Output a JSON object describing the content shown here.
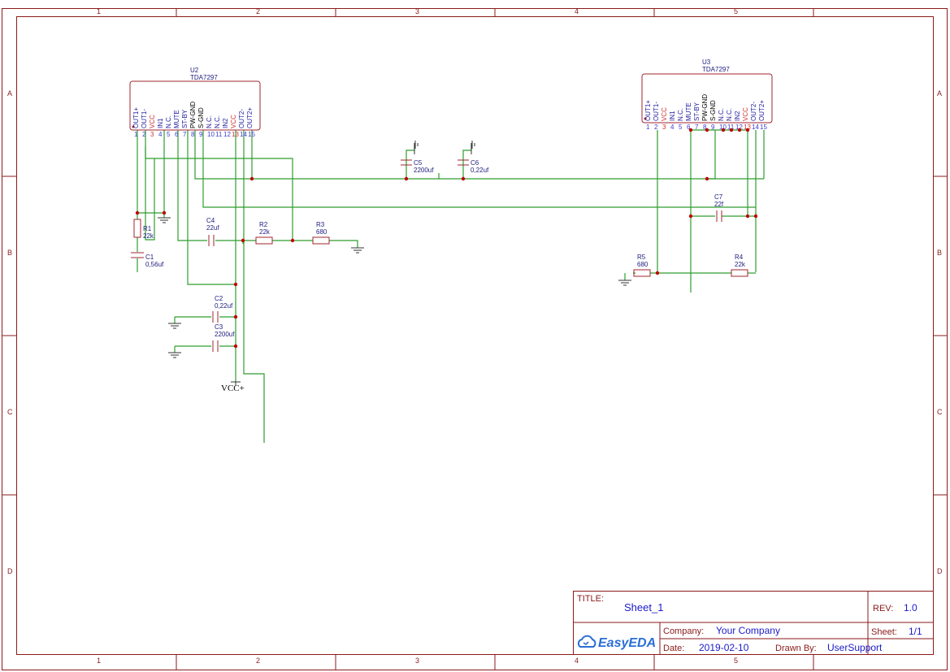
{
  "zones": {
    "columns": [
      "1",
      "2",
      "3",
      "4",
      "5"
    ],
    "rows": [
      "A",
      "B",
      "C",
      "D"
    ]
  },
  "u2": {
    "ref": "U2",
    "value": "TDA7297"
  },
  "u3": {
    "ref": "U3",
    "value": "TDA7297"
  },
  "u2_pins": [
    {
      "num": "1",
      "name": "OUT1+",
      "type": "io"
    },
    {
      "num": "2",
      "name": "OUT1-",
      "type": "io"
    },
    {
      "num": "3",
      "name": "VCC",
      "type": "pwr"
    },
    {
      "num": "4",
      "name": "IN1",
      "type": "io"
    },
    {
      "num": "5",
      "name": "N.C.",
      "type": "io"
    },
    {
      "num": "6",
      "name": "MUTE",
      "type": "io"
    },
    {
      "num": "7",
      "name": "ST-BY",
      "type": "io"
    },
    {
      "num": "8",
      "name": "PW-GND",
      "type": "gnd"
    },
    {
      "num": "9",
      "name": "S-GND",
      "type": "gnd"
    },
    {
      "num": "10",
      "name": "N.C.",
      "type": "io"
    },
    {
      "num": "11",
      "name": "N.C.",
      "type": "io"
    },
    {
      "num": "12",
      "name": "IN2",
      "type": "io"
    },
    {
      "num": "13",
      "name": "VCC",
      "type": "pwr"
    },
    {
      "num": "14",
      "name": "OUT2-",
      "type": "io"
    },
    {
      "num": "15",
      "name": "OUT2+",
      "type": "io"
    }
  ],
  "u3_pins": [
    {
      "num": "1",
      "name": "OUT1+",
      "type": "io"
    },
    {
      "num": "2",
      "name": "OUT1-",
      "type": "io"
    },
    {
      "num": "3",
      "name": "VCC",
      "type": "pwr"
    },
    {
      "num": "4",
      "name": "IN1",
      "type": "io"
    },
    {
      "num": "5",
      "name": "N.C.",
      "type": "io"
    },
    {
      "num": "6",
      "name": "MUTE",
      "type": "io"
    },
    {
      "num": "7",
      "name": "ST-BY",
      "type": "io"
    },
    {
      "num": "8",
      "name": "PW-GND",
      "type": "gnd"
    },
    {
      "num": "9",
      "name": "S-GND",
      "type": "gnd"
    },
    {
      "num": "10",
      "name": "N.C.",
      "type": "io"
    },
    {
      "num": "11",
      "name": "N.C.",
      "type": "io"
    },
    {
      "num": "12",
      "name": "IN2",
      "type": "io"
    },
    {
      "num": "13",
      "name": "VCC",
      "type": "pwr"
    },
    {
      "num": "14",
      "name": "OUT2-",
      "type": "io"
    },
    {
      "num": "15",
      "name": "OUT2+",
      "type": "io"
    }
  ],
  "components": {
    "c1": {
      "ref": "C1",
      "value": "0,56uf"
    },
    "c2": {
      "ref": "C2",
      "value": "0,22uf"
    },
    "c3": {
      "ref": "C3",
      "value": "2200uf"
    },
    "c4": {
      "ref": "C4",
      "value": "22uf"
    },
    "c5": {
      "ref": "C5",
      "value": "2200uf"
    },
    "c6": {
      "ref": "C6",
      "value": "0,22uf"
    },
    "c7": {
      "ref": "C7",
      "value": "22f"
    },
    "r1": {
      "ref": "R1",
      "value": "22k"
    },
    "r2": {
      "ref": "R2",
      "value": "22k"
    },
    "r3": {
      "ref": "R3",
      "value": "680"
    },
    "r4": {
      "ref": "R4",
      "value": "22k"
    },
    "r5": {
      "ref": "R5",
      "value": "680"
    }
  },
  "power": {
    "vcc_label": "VCC+"
  },
  "title_block": {
    "title_label": "TITLE:",
    "title_value": "Sheet_1",
    "rev_label": "REV:",
    "rev_value": "1.0",
    "company_label": "Company:",
    "company_value": "Your Company",
    "sheet_label": "Sheet:",
    "sheet_value": "1/1",
    "date_label": "Date:",
    "date_value": "2019-02-10",
    "drawn_label": "Drawn By:",
    "drawn_value": "UserSupport",
    "logo_text": "EasyEDA"
  },
  "colors": {
    "frame": "#8b1a1a",
    "wire": "#2e9e2e",
    "junction": "#c00000",
    "text_blue": "#1b1bc8"
  }
}
